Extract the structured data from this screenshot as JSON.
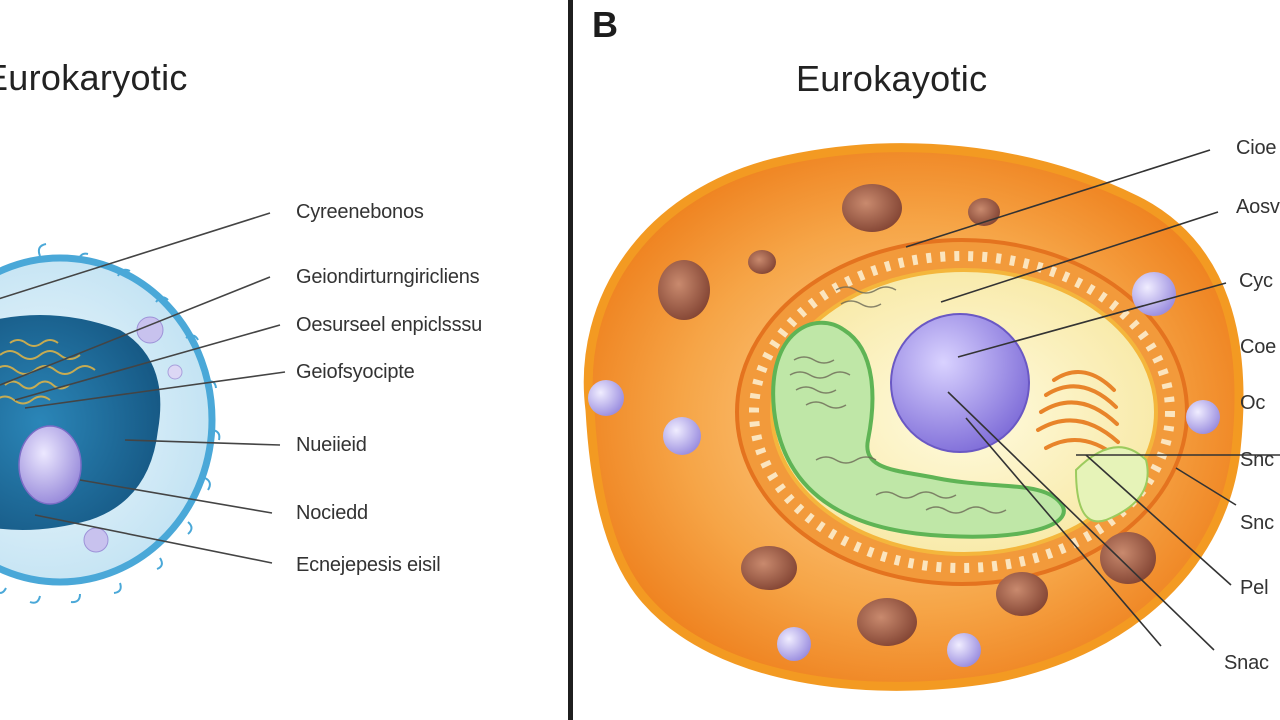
{
  "panel_a": {
    "title": "Eurokaryotic",
    "labels": [
      "Cyreenebonos",
      "Geiondirturngiricliens",
      "Oesurseel enpiclsssu",
      "Geiofsyocipte",
      "Nueiieid",
      "Nociedd",
      "Ecnejepesis eisil"
    ]
  },
  "panel_b": {
    "letter": "B",
    "title": "Eurokayotic",
    "labels": [
      "Cioe",
      "Aosv",
      "Cyc",
      "Coe",
      "Oc",
      "Snc",
      "Snc",
      "Pel",
      "Snac"
    ]
  },
  "colors": {
    "membrane_blue": "#4aa8d8",
    "cytoplasm_blue": "#d5ecf7",
    "nucleus_blue": "#1f6f9e",
    "nucleolus_purple": "#a99be2",
    "cell_orange": "#f59a2a",
    "inner_yellow": "#fbf2b5",
    "er_green": "#9fd98d",
    "mitochondria_brown": "#8a4b3a"
  }
}
